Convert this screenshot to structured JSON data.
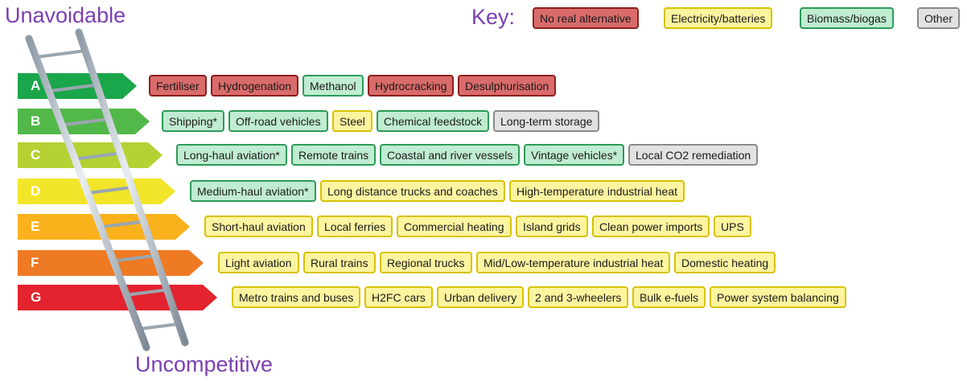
{
  "titles": {
    "top": "Unavoidable",
    "bottom": "Uncompetitive"
  },
  "key": {
    "label": "Key:",
    "items": [
      {
        "label": "No real alternative",
        "color": "red"
      },
      {
        "label": "Electricity/batteries",
        "color": "yellow"
      },
      {
        "label": "Biomass/biogas",
        "color": "green"
      },
      {
        "label": "Other",
        "color": "grey"
      }
    ]
  },
  "colors": {
    "red": "#d96b6b",
    "yellow": "#fdf4a0",
    "green": "#c0ecd1",
    "grey": "#e2e2e2",
    "title": "#7a3fb3"
  },
  "rows": [
    {
      "letter": "A",
      "band_color": "#1aa64a",
      "chips": [
        {
          "label": "Fertiliser",
          "color": "red"
        },
        {
          "label": "Hydrogenation",
          "color": "red"
        },
        {
          "label": "Methanol",
          "color": "green"
        },
        {
          "label": "Hydrocracking",
          "color": "red"
        },
        {
          "label": "Desulphurisation",
          "color": "red"
        }
      ]
    },
    {
      "letter": "B",
      "band_color": "#53b84a",
      "chips": [
        {
          "label": "Shipping*",
          "color": "green"
        },
        {
          "label": "Off-road vehicles",
          "color": "green"
        },
        {
          "label": "Steel",
          "color": "yellow"
        },
        {
          "label": "Chemical feedstock",
          "color": "green"
        },
        {
          "label": "Long-term storage",
          "color": "grey"
        }
      ]
    },
    {
      "letter": "C",
      "band_color": "#b4d234",
      "chips": [
        {
          "label": "Long-haul aviation*",
          "color": "green"
        },
        {
          "label": "Remote trains",
          "color": "green"
        },
        {
          "label": "Coastal and river vessels",
          "color": "green"
        },
        {
          "label": "Vintage vehicles*",
          "color": "green"
        },
        {
          "label": "Local CO2 remediation",
          "color": "grey"
        }
      ]
    },
    {
      "letter": "D",
      "band_color": "#f2e52a",
      "chips": [
        {
          "label": "Medium-haul aviation*",
          "color": "green"
        },
        {
          "label": "Long distance trucks and coaches",
          "color": "yellow"
        },
        {
          "label": "High-temperature industrial heat",
          "color": "yellow"
        }
      ]
    },
    {
      "letter": "E",
      "band_color": "#f9b21b",
      "chips": [
        {
          "label": "Short-haul aviation",
          "color": "yellow"
        },
        {
          "label": "Local ferries",
          "color": "yellow"
        },
        {
          "label": "Commercial heating",
          "color": "yellow"
        },
        {
          "label": "Island grids",
          "color": "yellow"
        },
        {
          "label": "Clean power imports",
          "color": "yellow"
        },
        {
          "label": "UPS",
          "color": "yellow"
        }
      ]
    },
    {
      "letter": "F",
      "band_color": "#ef7a24",
      "chips": [
        {
          "label": "Light aviation",
          "color": "yellow"
        },
        {
          "label": "Rural trains",
          "color": "yellow"
        },
        {
          "label": "Regional trucks",
          "color": "yellow"
        },
        {
          "label": "Mid/Low-temperature industrial heat",
          "color": "yellow"
        },
        {
          "label": "Domestic heating",
          "color": "yellow"
        }
      ]
    },
    {
      "letter": "G",
      "band_color": "#e3232e",
      "chips": [
        {
          "label": "Metro trains and buses",
          "color": "yellow"
        },
        {
          "label": "H2FC cars",
          "color": "yellow"
        },
        {
          "label": "Urban delivery",
          "color": "yellow"
        },
        {
          "label": "2 and 3-wheelers",
          "color": "yellow"
        },
        {
          "label": "Bulk e-fuels",
          "color": "yellow"
        },
        {
          "label": "Power system balancing",
          "color": "yellow"
        }
      ]
    }
  ]
}
